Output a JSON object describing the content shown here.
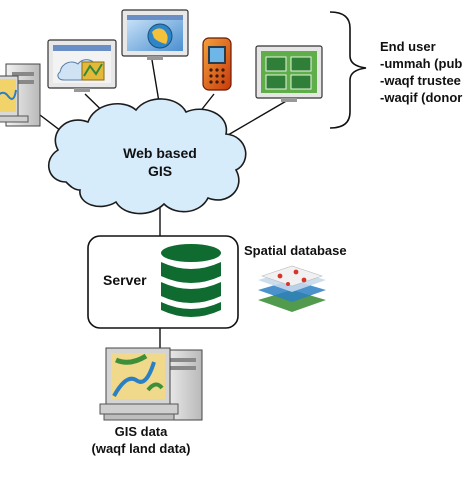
{
  "cloud": {
    "line1": "Web based",
    "line2": "GIS"
  },
  "server": {
    "label": "Server"
  },
  "spatial_db": {
    "label": "Spatial database"
  },
  "gis_data": {
    "line1": "GIS data",
    "line2": "(waqf land data)"
  },
  "end_user": {
    "title": "End user",
    "items": [
      "-ummah (pub",
      "-waqf trustee",
      "-waqif (donor"
    ]
  },
  "colors": {
    "cloud_fill": "#d6ecfb",
    "cloud_stroke": "#1c1c1c",
    "database": "#0f6b2f",
    "map_green": "#3f8f3a",
    "map_blue": "#2b7fc4"
  }
}
